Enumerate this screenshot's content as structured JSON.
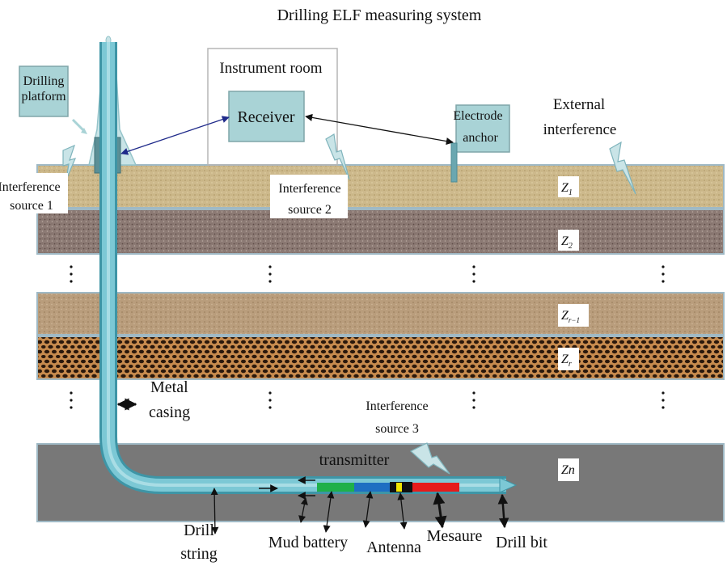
{
  "title": "Drilling ELF measuring system",
  "labels": {
    "drilling_platform_l1": "Drilling",
    "drilling_platform_l2": "platform",
    "instrument_room": "Instrument room",
    "receiver": "Receiver",
    "electrode_anchor_l1": "Electrode",
    "electrode_anchor_l2": "anchor",
    "external_interference_l1": "External",
    "external_interference_l2": "interference",
    "interference_source_1_l1": "Interference",
    "interference_source_1_l2": "source 1",
    "interference_source_2_l1": "Interference",
    "interference_source_2_l2": "source 2",
    "interference_source_3_l1": "Interference",
    "interference_source_3_l2": "source 3",
    "metal_casing_l1": "Metal",
    "metal_casing_l2": "casing",
    "transmitter": "transmitter",
    "drill_string_l1": "Drill",
    "drill_string_l2": "string",
    "mud_battery": "Mud battery",
    "antenna": "Antenna",
    "mesaure": "Mesaure",
    "drill_bit": "Drill bit"
  },
  "layers": [
    {
      "label": "Z",
      "sub": "1"
    },
    {
      "label": "Z",
      "sub": "2"
    },
    {
      "label": "Z",
      "sub": "r−1"
    },
    {
      "label": "Z",
      "sub": "r"
    },
    {
      "label": "Zn",
      "sub": ""
    }
  ],
  "colors": {
    "box_fill": "#a9d3d6",
    "box_stroke": "#7fa5a8",
    "pipe": "#74c1cf",
    "pipe_dark": "#3e95a6",
    "layer_z1": "#cdb98c",
    "layer_z2": "#8c7a74",
    "layer_zr1": "#b99d7c",
    "layer_zr": "#6b4a30",
    "layer_zn": "#787878",
    "tool_green": "#1fb04a",
    "tool_blue": "#1e6fc2",
    "tool_red": "#e51b1b",
    "tool_yellow": "#f2e600"
  }
}
